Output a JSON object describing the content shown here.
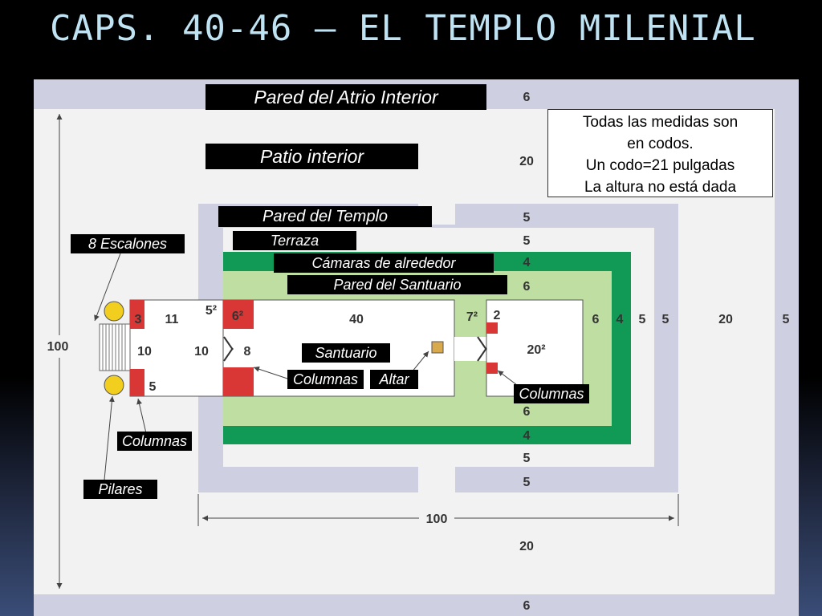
{
  "title": "CAPS. 40-46 – EL TEMPLO MILENIAL",
  "labels": {
    "inner_court_wall": "Pared del Atrio Interior",
    "inner_court": "Patio interior",
    "temple_wall": "Pared  del Templo",
    "terrace": "Terraza",
    "side_chambers": "Cámaras de alrededor",
    "sanctuary_wall": "Pared del Santuario",
    "steps": "8 Escalones",
    "sanctuary": "Santuario",
    "columns_center": "Columnas",
    "altar": "Altar",
    "columns_right": "Columnas",
    "columns_left": "Columnas",
    "pillars": "Pilares"
  },
  "note": {
    "line1": "Todas las medidas son",
    "line2": "en codos.",
    "line3": "Un codo=21 pulgadas",
    "line4": "La altura no está dada"
  },
  "dimensions": {
    "outer_top_wall": "6",
    "inner_court_depth": "20",
    "temple_wall_top": "5",
    "terrace_top": "5",
    "chambers_top": "4",
    "sanctuary_wall_top": "6",
    "total_height": "100",
    "total_length": "100",
    "bottom_court_depth": "20",
    "outer_bottom_wall": "6",
    "chambers_bottom": "4",
    "sanctuary_wall_bottom": "6",
    "terrace_bottom": "5",
    "temple_wall_bottom": "5",
    "right_sanctuary_wall": "6",
    "right_chambers": "4",
    "right_terrace": "5",
    "right_temple_wall": "5",
    "right_court": "20",
    "right_outer_wall": "5",
    "porch_column": "3",
    "porch_depth": "11",
    "porch_width": "10",
    "porch_side": "5",
    "vestibule_width": "10",
    "holy_place_length": "40",
    "holy_place_width": "8",
    "entrance_wall": "5²",
    "column_pair": "6²",
    "inner_entrance": "7²",
    "inner_jamb": "2",
    "most_holy": "20²"
  },
  "colors": {
    "outer_wall": "#cfcfe2",
    "court_floor": "#f2f2f2",
    "chambers": "#119a55",
    "sanctuary_wall": "#bfdfa2",
    "pillar": "#f2cf1e",
    "column": "#d93636",
    "altar": "#d9a94e"
  }
}
